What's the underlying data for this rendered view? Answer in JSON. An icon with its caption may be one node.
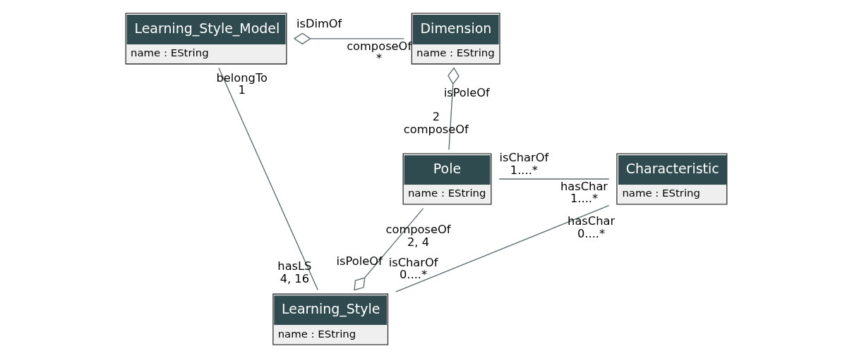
{
  "diagram": {
    "nodes": [
      {
        "text": [
          "Learning_Style_Model",
          "name : EString"
        ]
      },
      {
        "text": [
          "Dimension",
          "name : EString"
        ]
      },
      {
        "text": [
          "Pole",
          "name : EString"
        ]
      },
      {
        "text": [
          "Characteristic",
          "name : EString"
        ]
      },
      {
        "text": [
          "Learning_Style",
          "name : EString"
        ]
      }
    ],
    "edges": [
      {
        "from": 0,
        "to": 1,
        "arrow": "other"
      },
      {
        "from": 1,
        "to": 2,
        "arrow": "other"
      },
      {
        "from": 2,
        "to": 3,
        "arrow": "none"
      },
      {
        "from": 4,
        "to": 2,
        "arrow": "other"
      },
      {
        "from": 0,
        "to": 4,
        "arrow": "none"
      },
      {
        "from": 3,
        "to": 4,
        "arrow": "none"
      }
    ],
    "labels": [
      "composeOf",
      "isDimOf",
      "*",
      "belongTo",
      "1",
      "isPoleOf",
      "2",
      "composeOf",
      "isCharOf",
      "hasChar",
      "1....*",
      "1....*",
      "composeOf",
      "2, 4",
      "hasChar",
      "0....*",
      "isPoleOf",
      "hasLS",
      "isCharOf",
      "4, 16",
      "0....*"
    ]
  }
}
